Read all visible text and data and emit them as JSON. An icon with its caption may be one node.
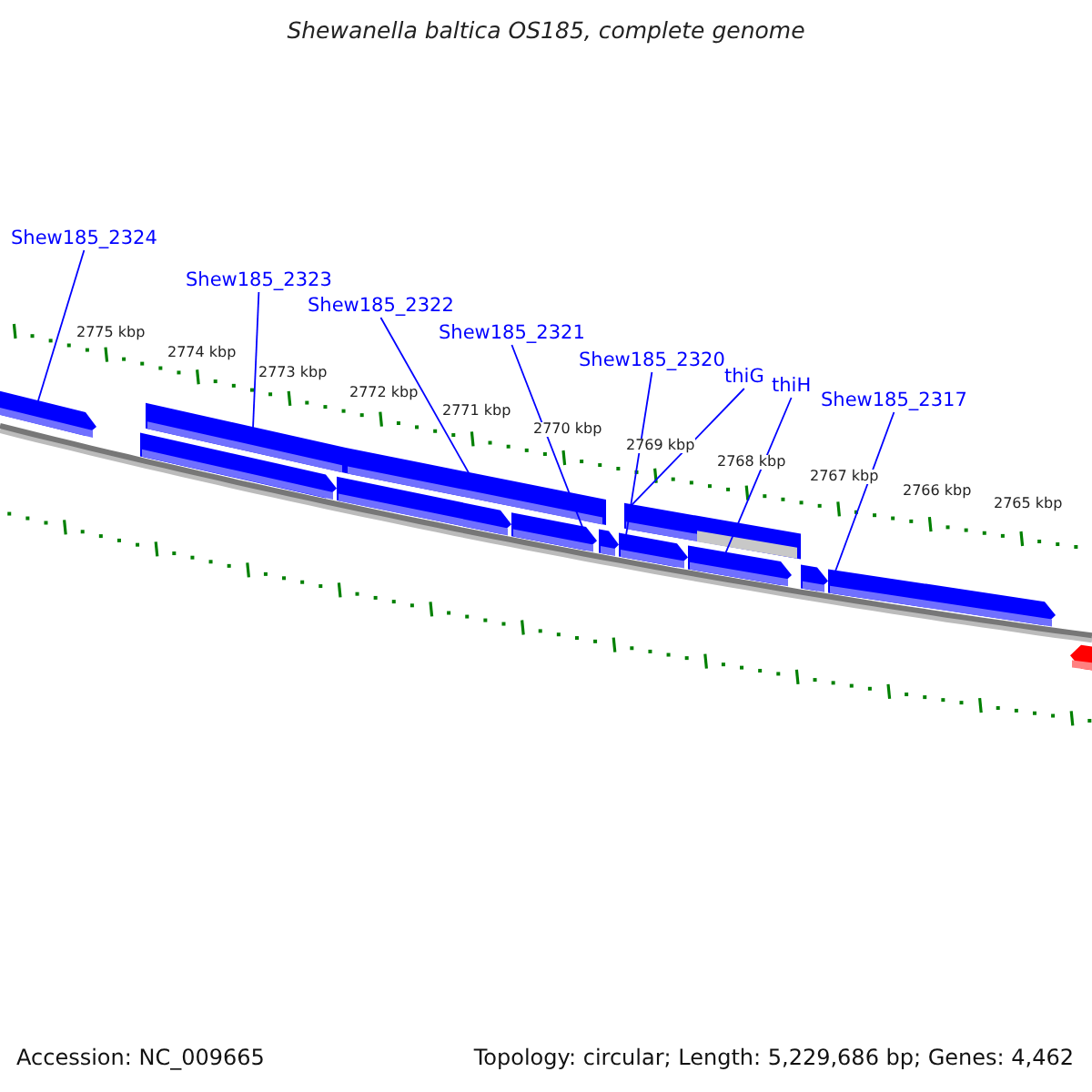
{
  "diagram": {
    "title": "Shewanella baltica OS185, complete genome",
    "nodes": [
      {
        "text": [
          "Shew185_2324"
        ]
      },
      {
        "text": [
          "Shew185_2323"
        ]
      },
      {
        "text": [
          "Shew185_2322"
        ]
      },
      {
        "text": [
          "Shew185_2321"
        ]
      },
      {
        "text": [
          "Shew185_2320"
        ]
      },
      {
        "text": [
          "thiG"
        ]
      },
      {
        "text": [
          "thiH"
        ]
      },
      {
        "text": [
          "Shew185_2317"
        ]
      },
      {
        "text": [],
        "shape": "arrow"
      },
      {
        "text": [],
        "shape": "arrow"
      },
      {
        "text": [],
        "shape": "arrow"
      },
      {
        "text": [],
        "shape": "arrow"
      },
      {
        "text": [],
        "shape": "arrow"
      },
      {
        "text": [],
        "shape": "arrow"
      },
      {
        "text": [],
        "shape": "arrow"
      },
      {
        "text": [],
        "shape": "arrow"
      },
      {
        "text": [],
        "shape": "arrow"
      },
      {
        "text": [],
        "shape": "arrow"
      },
      {
        "text": [],
        "shape": "arrow"
      },
      {
        "text": [],
        "shape": "arrow"
      },
      {
        "text": [],
        "shape": "arrow"
      }
    ],
    "edges": [
      {
        "from": 0,
        "to": 8,
        "arrow": "none"
      },
      {
        "from": 1,
        "to": 10,
        "arrow": "none"
      },
      {
        "from": 2,
        "to": 12,
        "arrow": "none"
      },
      {
        "from": 3,
        "to": 13,
        "arrow": "none"
      },
      {
        "from": 4,
        "to": 15,
        "arrow": "none"
      },
      {
        "from": 5,
        "to": 16,
        "arrow": "none"
      },
      {
        "from": 6,
        "to": 17,
        "arrow": "none"
      },
      {
        "from": 7,
        "to": 19,
        "arrow": "none"
      }
    ],
    "labels": [
      "2775 kbp",
      "2774 kbp",
      "2773 kbp",
      "2772 kbp",
      "2771 kbp",
      "2770 kbp",
      "2769 kbp",
      "2768 kbp",
      "2767 kbp",
      "2766 kbp",
      "2765 kbp",
      "Accession: NC_009665",
      "Topology: circular; Length: 5,229,686 bp; Genes: 4,462"
    ]
  }
}
